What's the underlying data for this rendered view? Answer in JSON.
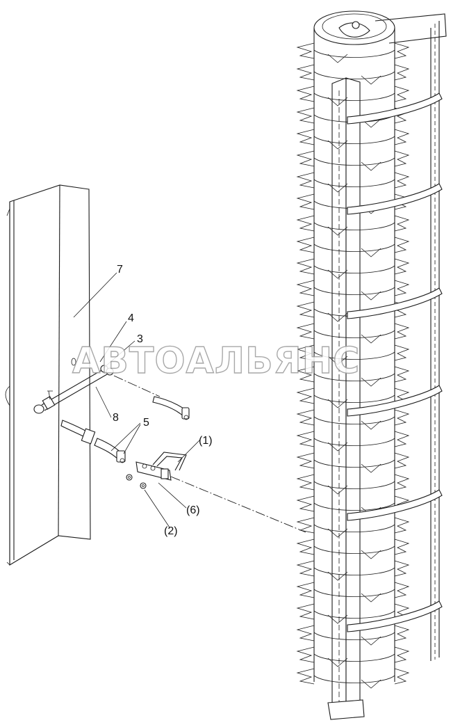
{
  "callouts": {
    "c7": "7",
    "c4": "4",
    "c3": "3",
    "c8": "8",
    "c5": "5",
    "c1": "(1)",
    "c6": "(6)",
    "c2": "(2)"
  },
  "watermark": "АВТОАЛЬЯНС",
  "colors": {
    "line": "#1a1a1a",
    "background": "#ffffff",
    "watermark_stroke": "#9a9a9a"
  }
}
